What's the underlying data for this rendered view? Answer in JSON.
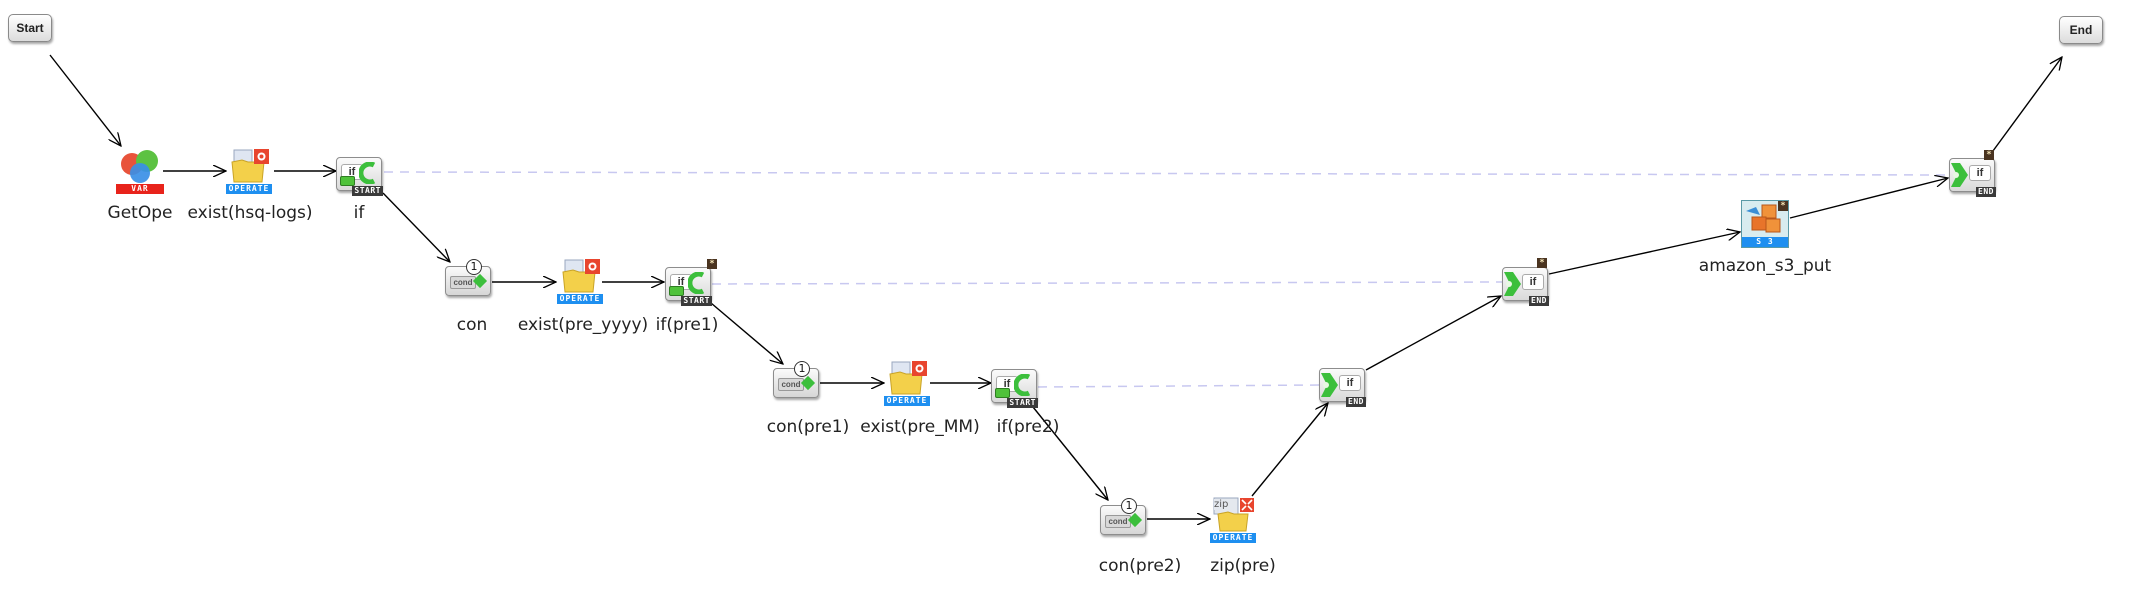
{
  "diagram": {
    "start": {
      "label": "Start"
    },
    "end": {
      "label": "End"
    },
    "nodes": [
      {
        "id": "getope",
        "type": "var",
        "badge": "VAR",
        "label": "GetOpe"
      },
      {
        "id": "exist_hsq_logs",
        "type": "operate",
        "badge": "OPERATE",
        "label": "exist(hsq-logs)"
      },
      {
        "id": "if_start",
        "type": "if-start",
        "inner": "if",
        "tag": "START",
        "label": "if"
      },
      {
        "id": "con",
        "type": "cond",
        "inner": "cond",
        "number": "1",
        "label": "con"
      },
      {
        "id": "exist_pre_yyyy",
        "type": "operate",
        "badge": "OPERATE",
        "label": "exist(pre_yyyy)"
      },
      {
        "id": "if_pre1_start",
        "type": "if-start",
        "inner": "if",
        "tag": "START",
        "label": "if(pre1)"
      },
      {
        "id": "con_pre1",
        "type": "cond",
        "inner": "cond",
        "number": "1",
        "label": "con(pre1)"
      },
      {
        "id": "exist_pre_mm",
        "type": "operate",
        "badge": "OPERATE",
        "label": "exist(pre_MM)"
      },
      {
        "id": "if_pre2_start",
        "type": "if-start",
        "inner": "if",
        "tag": "START",
        "label": "if(pre2)"
      },
      {
        "id": "con_pre2",
        "type": "cond",
        "inner": "cond",
        "number": "1",
        "label": "con(pre2)"
      },
      {
        "id": "zip_pre",
        "type": "operate-zip",
        "badge": "OPERATE",
        "inner": "zip",
        "label": "zip(pre)"
      },
      {
        "id": "if_pre2_end",
        "type": "if-end",
        "inner": "if",
        "tag": "END"
      },
      {
        "id": "if_pre1_end",
        "type": "if-end",
        "inner": "if",
        "tag": "END"
      },
      {
        "id": "amazon_s3_put",
        "type": "s3",
        "badge": "S 3",
        "label": "amazon_s3_put"
      },
      {
        "id": "if_end",
        "type": "if-end",
        "inner": "if",
        "tag": "END"
      }
    ],
    "star_symbol": "*",
    "colors": {
      "var_badge": "#e8231b",
      "operate_badge": "#1e8ff0",
      "s3_badge": "#1e8ff0",
      "green": "#3cbf3c",
      "dashed_link": "#c8c8f0",
      "edge": "#000000"
    }
  }
}
